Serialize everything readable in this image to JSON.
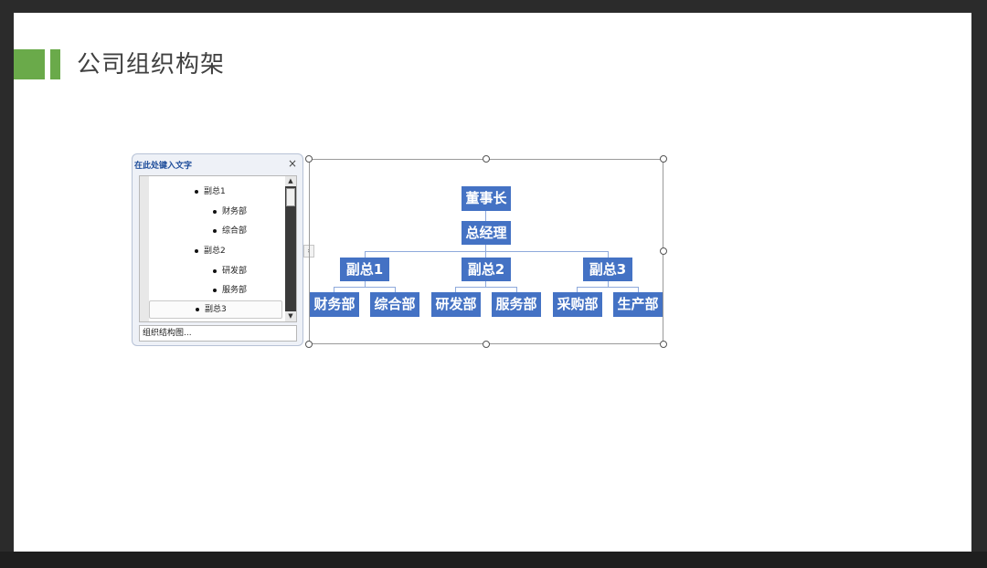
{
  "slide": {
    "title": "公司组织构架"
  },
  "text_pane": {
    "header": "在此处键入文字",
    "close_symbol": "×",
    "items": [
      {
        "label": "副总1"
      },
      {
        "label": "财务部"
      },
      {
        "label": "综合部"
      },
      {
        "label": "副总2"
      },
      {
        "label": "研发部"
      },
      {
        "label": "服务部"
      },
      {
        "label": "副总3"
      }
    ],
    "footer": "组织结构图...",
    "toggle_symbol": "›",
    "scroll_up": "▲",
    "scroll_down": "▼"
  },
  "org_chart": {
    "root": "董事长",
    "manager": "总经理",
    "vps": [
      {
        "label": "副总1",
        "depts": [
          "财务部",
          "综合部"
        ]
      },
      {
        "label": "副总2",
        "depts": [
          "研发部",
          "服务部"
        ]
      },
      {
        "label": "副总3",
        "depts": [
          "采购部",
          "生产部"
        ]
      }
    ]
  },
  "colors": {
    "accent_green": "#6aaa4a",
    "node_blue": "#4472c4",
    "connector": "#8faadc"
  }
}
